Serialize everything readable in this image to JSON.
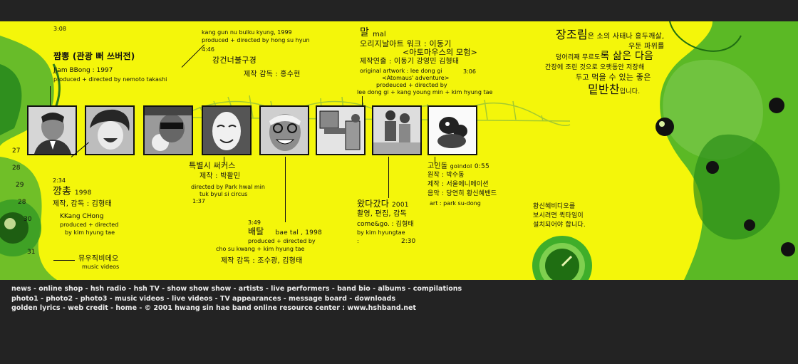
{
  "colors": {
    "panel": "#f4f60a",
    "background": "#232323",
    "footer_text": "#ececec",
    "green": "#3fae2a"
  },
  "items": {
    "jjambbong": {
      "time": "3:08",
      "title_ko": "짬뽕 (관광 뻐 쓰버전)",
      "title_en": "JJam BBong : 1997",
      "credit": "produced + directed by nemoto takashi",
      "icon": "man-portrait-thumbnail"
    },
    "kangchong": {
      "time": "2:34",
      "title_ko": "깡총",
      "year": "1998",
      "director_ko": "제작, 감독 : 김형태",
      "title_en": "KKang CHong",
      "credit1": "produced + directed",
      "credit2": "by kim hyung tae",
      "icon": "laughing-face-thumbnail"
    },
    "bulku": {
      "title_en": "kang gun nu bulku kyung, 1999",
      "credit": "produced + directed by hong su hyun",
      "time": "4:46",
      "title_ko": "강건너불구경",
      "director_ko": "제작 감독 : 홍수현",
      "icon": "sunglasses-face-thumbnail"
    },
    "circus": {
      "title_ko": "특별시 써커스",
      "director_ko": "제작 : 박활민",
      "credit": "directed by Park hwal min",
      "title_en": "tuk byul si circus",
      "time": "1:37",
      "icon": "mask-thumbnail"
    },
    "baetal": {
      "time": "3:49",
      "title_ko": "배탈",
      "title_en": "bae tal , 1998",
      "credit1": "produced + directed by",
      "credit2": "cho su kwang + kim hyung tae",
      "director_ko": "제작 감독 : 조수광, 김형태",
      "icon": "smiling-old-man-thumbnail"
    },
    "mal": {
      "title_ko": "말",
      "title_en": "mal",
      "artwork_ko": "오리지날아트 워크 : 이동기",
      "sub_ko": "<아토마우스의 모험>",
      "director_ko": "제작연출 : 이동기 강영민 김형태",
      "artwork_en": "original artwork : lee dong gi",
      "sub_en": "<Atomaus' adventure>",
      "time": "3:06",
      "credit1": "prodeuced + directed by",
      "credit2": "lee dong gi + kang young min + kim hyung tae",
      "icon": "robot-art-thumbnail"
    },
    "watda": {
      "title_ko": "왔다갔다",
      "year": "2001",
      "staff_ko": "촬영, 편집, 감독",
      "title_en": "come&go. :",
      "director_ko": "김형태",
      "credit": "by kim hyungtae",
      "time": "2:30",
      "icon": "two-people-thumbnail"
    },
    "goindol": {
      "title_ko": "고인돌",
      "title_en": "goindol",
      "time": "0:55",
      "original_ko": "원작 : 박수동",
      "production_ko": "제작 : 서울에니메이션",
      "music_ko": "음악 : 당연히 황신혜밴드",
      "art_en": "art : park su-dong",
      "icon": "cartoon-dog-thumbnail"
    }
  },
  "side_numbers": [
    "27",
    "28",
    "29",
    "28",
    "30",
    "31"
  ],
  "music_video": {
    "ko": "뮤우직비데오",
    "en": "music videos"
  },
  "intro": {
    "line1_big": "장조림",
    "line1_rest": "은 소의 사태나 홍두깨살,",
    "line2": "우둔 파위를",
    "line3a": "덩어리째 무르도",
    "line3b": "록 삶은 다음",
    "line4": "간장에 조린 것으로 오랫동안 저장해",
    "line5a": "두고",
    "line5b": "먹을 수 있는 좋은",
    "line6_big": "밑반찬",
    "line6_rest": "입니다."
  },
  "notice": {
    "line1": "황신혜비디오를",
    "line2": "보시려면 퀵타임이",
    "line3": "설치되어야 합니다."
  },
  "footer": {
    "row1": [
      "news",
      "online shop",
      "hsh radio",
      "hsh TV",
      "show show show",
      "artists",
      "live performers",
      "band bio",
      "albums",
      "compilations"
    ],
    "row2": [
      "photo1",
      "photo2",
      "photo3",
      "music videos",
      "live videos",
      "TV appearances",
      "message board",
      "downloads"
    ],
    "row3_links": [
      "golden lyrics",
      "web credit",
      "home"
    ],
    "copyright": "© 2001 hwang sin hae band online resource center : www.hshband.net"
  }
}
